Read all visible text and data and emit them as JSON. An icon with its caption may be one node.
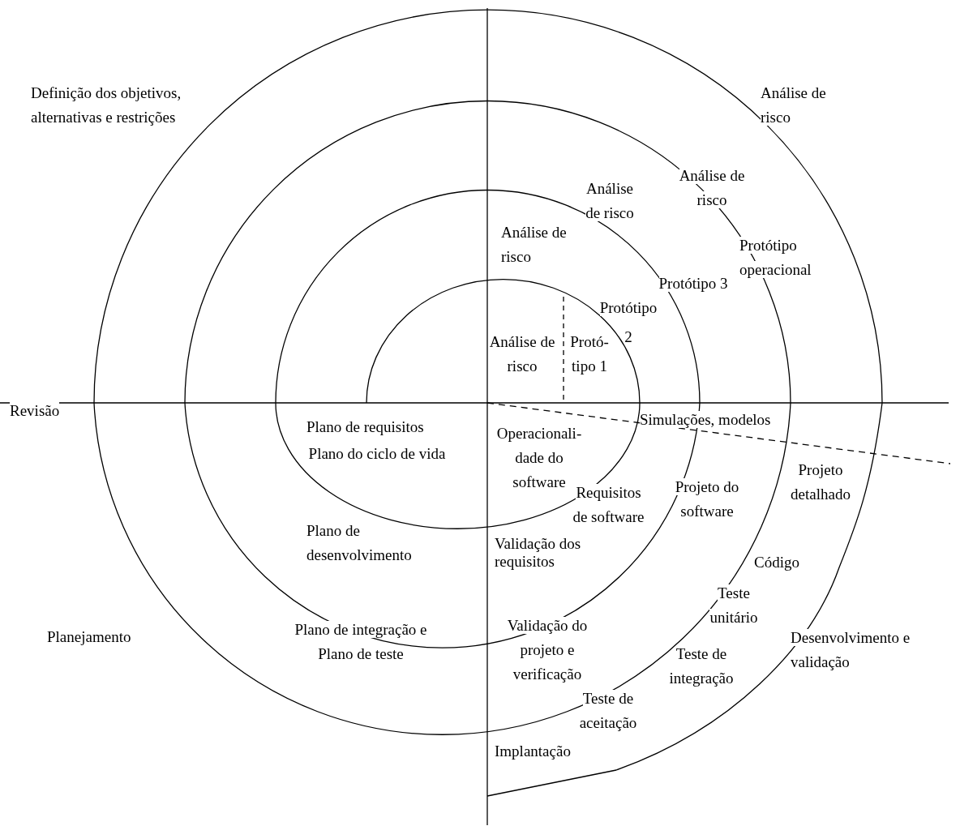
{
  "diagram": {
    "labels": [
      "Definição dos objetivos, alternativas e restrições",
      "Análise de risco",
      "Análise de risco",
      "Análise de risco",
      "Análise de risco",
      "Protótipo operacional",
      "Protótipo 3",
      "Protótipo 2",
      "Análise de risco",
      "Protó- tipo 1",
      "Revisão",
      "Plano de requisitos",
      "Plano do ciclo de vida",
      "Simulações, modelos",
      "Operacionali- dade do software",
      "Projeto detalhado",
      "Requisitos de software",
      "Projeto do software",
      "Plano de desenvolvimento",
      "Validação dos requisitos",
      "Código",
      "Teste unitário",
      "Planejamento",
      "Plano de integração e Plano de teste",
      "Validação do projeto e verificação",
      "Desenvolvimento e validação",
      "Teste de integração",
      "Teste de aceitação",
      "Implantação"
    ]
  }
}
